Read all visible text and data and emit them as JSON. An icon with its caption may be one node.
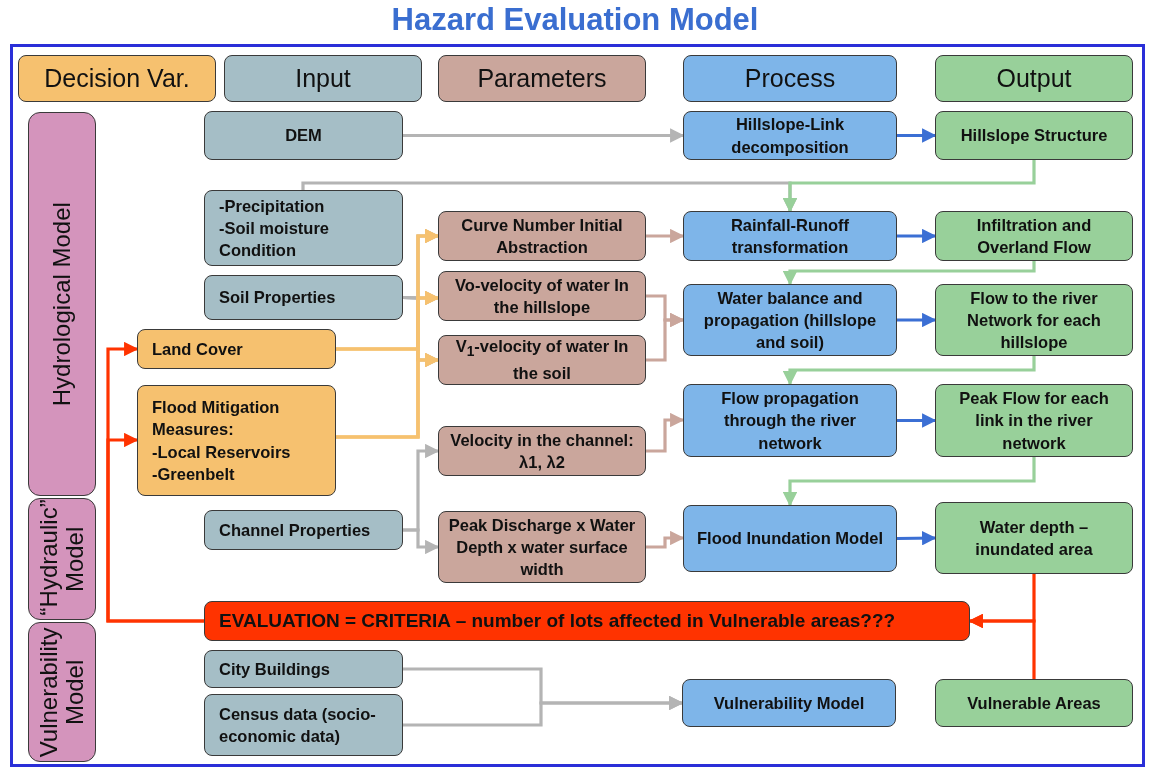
{
  "diagram": {
    "title": "Hazard Evaluation Model",
    "nodes": [
      {
        "text": [
          "Decision Var."
        ]
      },
      {
        "text": [
          "Input"
        ]
      },
      {
        "text": [
          "Parameters"
        ]
      },
      {
        "text": [
          "Process"
        ]
      },
      {
        "text": [
          "Output"
        ]
      },
      {
        "text": [
          "Hydrological Model"
        ]
      },
      {
        "text": [
          "“Hydraulic” Model"
        ]
      },
      {
        "text": [
          "Vulnerability Model"
        ]
      },
      {
        "text": [
          "DEM"
        ]
      },
      {
        "text": [
          "-Precipitation",
          "-Soil moisture Condition"
        ]
      },
      {
        "text": [
          "Soil Properties"
        ]
      },
      {
        "text": [
          "Land Cover"
        ]
      },
      {
        "text": [
          "Flood Mitigation Measures:",
          "-Local Reservoirs",
          "-Greenbelt"
        ]
      },
      {
        "text": [
          "Channel Properties"
        ]
      },
      {
        "text": [
          "Curve Number Initial Abstraction"
        ]
      },
      {
        "text": [
          "Vo-velocity of water In the hillslope"
        ]
      },
      {
        "text": [
          "V$_{1}$-velocity of water In the soil"
        ]
      },
      {
        "text": [
          "Velocity in the channel: λ1, λ2"
        ]
      },
      {
        "text": [
          "Peak Discharge x Water Depth x water surface width"
        ]
      },
      {
        "text": [
          "Hillslope-Link decomposition"
        ]
      },
      {
        "text": [
          "Rainfall-Runoff transformation"
        ]
      },
      {
        "text": [
          "Water balance and propagation (hillslope and soil)"
        ]
      },
      {
        "text": [
          "Flow propagation through the river network"
        ]
      },
      {
        "text": [
          "Flood Inundation Model"
        ]
      },
      {
        "text": [
          "Vulnerability Model"
        ]
      },
      {
        "text": [
          "Hillslope Structure"
        ]
      },
      {
        "text": [
          "Infiltration and Overland Flow"
        ]
      },
      {
        "text": [
          "Flow to the river Network for each hillslope"
        ]
      },
      {
        "text": [
          "Peak Flow for each link in the river network"
        ]
      },
      {
        "text": [
          "Water depth – inundated area"
        ]
      },
      {
        "text": [
          "Vulnerable Areas"
        ]
      },
      {
        "text": [
          "EVALUATION = CRITERIA – number of lots affected in Vulnerable areas???"
        ]
      },
      {
        "text": [
          "City Buildings"
        ]
      },
      {
        "text": [
          "Census data (socio-economic data)"
        ]
      }
    ],
    "edges": [
      {
        "from": 8,
        "to": 19,
        "arrow": "to"
      },
      {
        "from": 19,
        "to": 25,
        "arrow": "to",
        "color": "#3b6fd4"
      },
      {
        "from": 25,
        "to": 20,
        "arrow": "to",
        "color": "#98d09a"
      },
      {
        "from": 9,
        "to": 20,
        "arrow": "to"
      },
      {
        "from": 14,
        "to": 20,
        "arrow": "to",
        "color": "#caa69c"
      },
      {
        "from": 20,
        "to": 26,
        "arrow": "to",
        "color": "#3b6fd4"
      },
      {
        "from": 26,
        "to": 21,
        "arrow": "to",
        "color": "#98d09a"
      },
      {
        "from": 15,
        "to": 21,
        "arrow": "to",
        "color": "#caa69c"
      },
      {
        "from": 16,
        "to": 21,
        "arrow": "to",
        "color": "#caa69c"
      },
      {
        "from": 21,
        "to": 27,
        "arrow": "to",
        "color": "#3b6fd4"
      },
      {
        "from": 27,
        "to": 22,
        "arrow": "to",
        "color": "#98d09a"
      },
      {
        "from": 17,
        "to": 22,
        "arrow": "to",
        "color": "#caa69c"
      },
      {
        "from": 22,
        "to": 28,
        "arrow": "to",
        "color": "#3b6fd4"
      },
      {
        "from": 28,
        "to": 23,
        "arrow": "to",
        "color": "#98d09a"
      },
      {
        "from": 18,
        "to": 23,
        "arrow": "to",
        "color": "#caa69c"
      },
      {
        "from": 23,
        "to": 29,
        "arrow": "to",
        "color": "#3b6fd4"
      },
      {
        "from": 29,
        "to": 31,
        "arrow": "to",
        "color": "#ff3300"
      },
      {
        "from": 30,
        "to": 31,
        "arrow": "to",
        "color": "#ff3300"
      },
      {
        "from": 31,
        "to": 11,
        "arrow": "to",
        "color": "#ff3300"
      },
      {
        "from": 31,
        "to": 12,
        "arrow": "to",
        "color": "#ff3300"
      },
      {
        "from": 10,
        "to": 14,
        "arrow": "to"
      },
      {
        "from": 10,
        "to": 15,
        "arrow": "to"
      },
      {
        "from": 10,
        "to": 16,
        "arrow": "to"
      },
      {
        "from": 11,
        "to": 14,
        "arrow": "to",
        "color": "#f6c16f"
      },
      {
        "from": 11,
        "to": 15,
        "arrow": "to",
        "color": "#f6c16f"
      },
      {
        "from": 11,
        "to": 16,
        "arrow": "to",
        "color": "#f6c16f"
      },
      {
        "from": 12,
        "to": 14,
        "arrow": "to",
        "color": "#f6c16f"
      },
      {
        "from": 12,
        "to": 15,
        "arrow": "to",
        "color": "#f6c16f"
      },
      {
        "from": 12,
        "to": 16,
        "arrow": "to",
        "color": "#f6c16f"
      },
      {
        "from": 13,
        "to": 17,
        "arrow": "to"
      },
      {
        "from": 13,
        "to": 18,
        "arrow": "to"
      },
      {
        "from": 32,
        "to": 24,
        "arrow": "to"
      },
      {
        "from": 33,
        "to": 24,
        "arrow": "to"
      }
    ]
  }
}
